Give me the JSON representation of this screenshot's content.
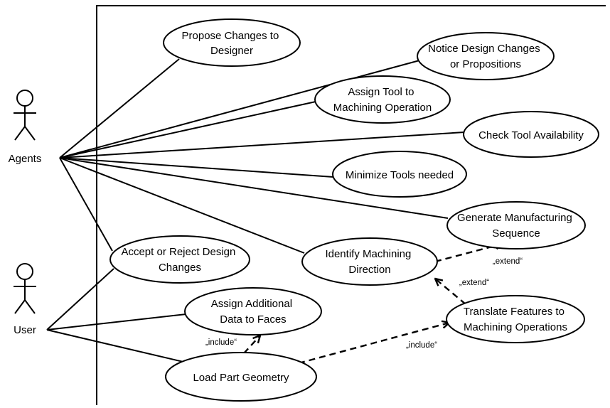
{
  "diagram": {
    "type": "uml-use-case",
    "actors": [
      {
        "id": "agents",
        "label": "Agents"
      },
      {
        "id": "user",
        "label": "User"
      }
    ],
    "use_cases": [
      {
        "id": "uc1",
        "lines": [
          "Propose Changes to",
          "Designer"
        ]
      },
      {
        "id": "uc2",
        "lines": [
          "Notice Design Changes",
          "or Propositions"
        ]
      },
      {
        "id": "uc3",
        "lines": [
          "Assign Tool to",
          "Machining Operation"
        ]
      },
      {
        "id": "uc4",
        "lines": [
          "Check Tool Availability"
        ]
      },
      {
        "id": "uc5",
        "lines": [
          "Minimize Tools needed"
        ]
      },
      {
        "id": "uc6",
        "lines": [
          "Generate Manufacturing",
          "Sequence"
        ]
      },
      {
        "id": "uc7",
        "lines": [
          "Accept or Reject Design",
          "Changes"
        ]
      },
      {
        "id": "uc8",
        "lines": [
          "Identify Machining",
          "Direction"
        ]
      },
      {
        "id": "uc9",
        "lines": [
          "Assign Additional",
          "Data to Faces"
        ]
      },
      {
        "id": "uc10",
        "lines": [
          "Translate Features to",
          "Machining Operations"
        ]
      },
      {
        "id": "uc11",
        "lines": [
          "Load Part Geometry"
        ]
      }
    ],
    "associations": [
      [
        "agents",
        "uc1"
      ],
      [
        "agents",
        "uc2"
      ],
      [
        "agents",
        "uc3"
      ],
      [
        "agents",
        "uc4"
      ],
      [
        "agents",
        "uc5"
      ],
      [
        "agents",
        "uc6"
      ],
      [
        "agents",
        "uc7"
      ],
      [
        "agents",
        "uc8"
      ],
      [
        "user",
        "uc7"
      ],
      [
        "user",
        "uc9"
      ],
      [
        "user",
        "uc11"
      ]
    ],
    "relationships": [
      {
        "from": "uc8",
        "to": "uc6",
        "stereotype": "„extend“"
      },
      {
        "from": "uc10",
        "to": "uc8",
        "stereotype": "„extend“"
      },
      {
        "from": "uc11",
        "to": "uc9",
        "stereotype": "„include“"
      },
      {
        "from": "uc11",
        "to": "uc10",
        "stereotype": "„include“"
      }
    ],
    "colors": {
      "line": "#000000",
      "fill": "#ffffff",
      "text": "#000000"
    }
  }
}
